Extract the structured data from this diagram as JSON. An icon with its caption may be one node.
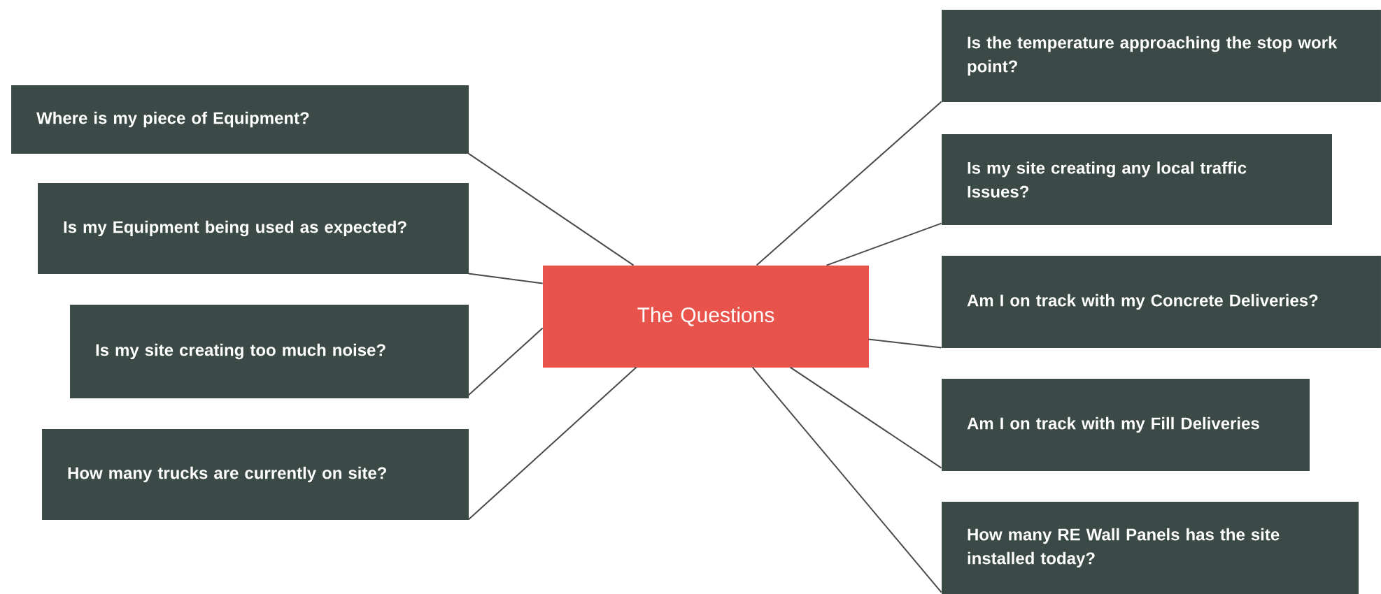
{
  "diagram": {
    "nodes": [
      {
        "text": [
          "The Questions"
        ]
      },
      {
        "text": [
          "Where is my piece of Equipment?"
        ]
      },
      {
        "text": [
          "Is my Equipment being used as expected?"
        ]
      },
      {
        "text": [
          "Is my site creating too much noise?"
        ]
      },
      {
        "text": [
          "How many trucks are currently on site?"
        ]
      },
      {
        "text": [
          "Is the temperature approaching the stop work point?"
        ]
      },
      {
        "text": [
          "Is my site creating any local traffic Issues?"
        ]
      },
      {
        "text": [
          "Am I on track with my Concrete Deliveries?"
        ]
      },
      {
        "text": [
          "Am I on track with my Fill Deliveries"
        ]
      },
      {
        "text": [
          "How many RE Wall Panels has the site installed today?"
        ]
      }
    ],
    "edges": [
      {
        "from": 0,
        "to": 1,
        "arrow": "none"
      },
      {
        "from": 0,
        "to": 2,
        "arrow": "none"
      },
      {
        "from": 0,
        "to": 3,
        "arrow": "none"
      },
      {
        "from": 0,
        "to": 4,
        "arrow": "none"
      },
      {
        "from": 0,
        "to": 5,
        "arrow": "none"
      },
      {
        "from": 0,
        "to": 6,
        "arrow": "none"
      },
      {
        "from": 0,
        "to": 7,
        "arrow": "none"
      },
      {
        "from": 0,
        "to": 8,
        "arrow": "none"
      },
      {
        "from": 0,
        "to": 9,
        "arrow": "none"
      }
    ]
  }
}
